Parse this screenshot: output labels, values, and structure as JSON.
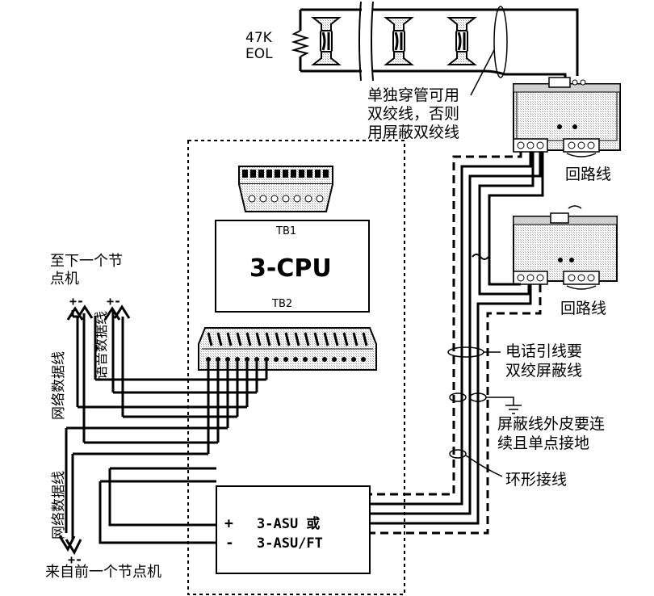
{
  "labels": {
    "eol": [
      "47K",
      "EOL"
    ],
    "twisted_note": [
      "单独穿管可用",
      "双绞线，否则",
      "用屏蔽双绞线"
    ],
    "loop_line_1": "回路线",
    "loop_line_2": "回路线",
    "to_next_node": [
      "至下一个节",
      "点机"
    ],
    "from_prev_node": "来自前一个节点机",
    "network_data_top": "网络数据线",
    "voice_data": "语音数据线",
    "network_data_bottom": "网络数据线",
    "phone_lead": [
      "电话引线要",
      "双绞屏蔽线"
    ],
    "shield_note": [
      "屏蔽线外皮要连",
      "续且单点接地"
    ],
    "ring_wiring": "环形接线",
    "tb1": "TB1",
    "tb2": "TB2",
    "cpu": "3-CPU",
    "asu_plus": "+",
    "asu_minus": "-",
    "asu_line1": "3-ASU 或",
    "asu_line2": "3-ASU/FT",
    "plus_minus_top_left": "+-",
    "plus_minus_top_right": "+-",
    "plus_minus_bottom": "+-"
  }
}
